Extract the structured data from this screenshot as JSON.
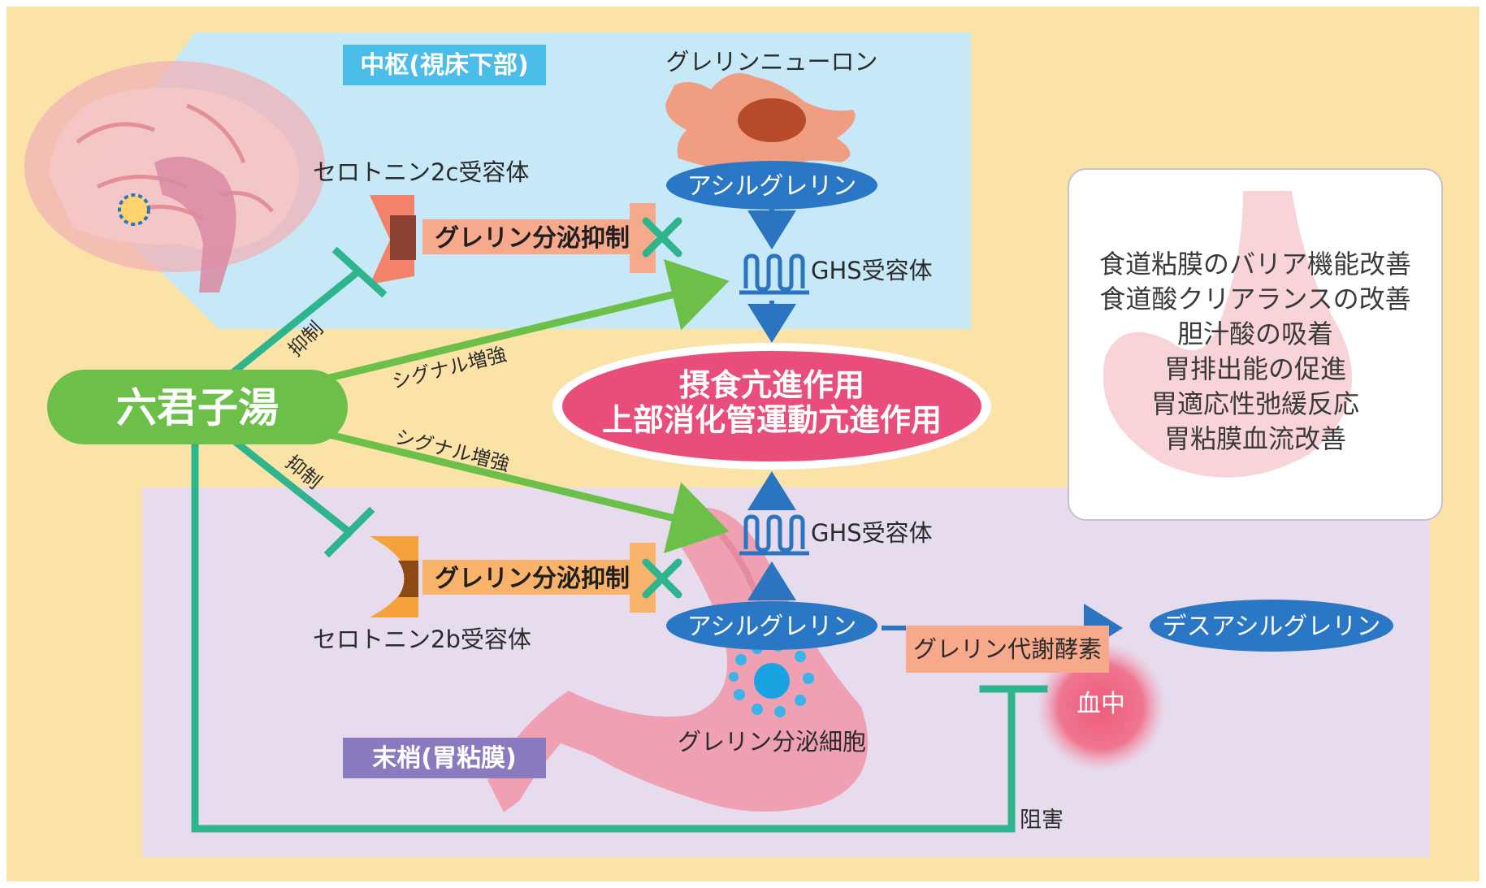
{
  "regions": {
    "central": "中枢(視床下部)",
    "peripheral": "末梢(胃粘膜)"
  },
  "drug": "六君子湯",
  "central": {
    "neuron": "グレリンニューロン",
    "acyl_ghrelin": "アシルグレリン",
    "ghs_receptor": "GHS受容体",
    "serotonin_receptor": "セロトニン2c受容体",
    "suppression": "グレリン分泌抑制"
  },
  "peripheral": {
    "ghs_receptor": "GHS受容体",
    "acyl_ghrelin": "アシルグレリン",
    "serotonin_receptor": "セロトニン2b受容体",
    "suppression": "グレリン分泌抑制",
    "secreting_cell": "グレリン分泌細胞",
    "enzyme": "グレリン代謝酵素",
    "desacyl": "デスアシルグレリン",
    "blood": "血中"
  },
  "arrows": {
    "inhibit_top": "抑制",
    "inhibit_bottom": "抑制",
    "signal_top": "シグナル増強",
    "signal_bottom": "シグナル増強",
    "block": "阻害"
  },
  "main_effect": {
    "line1": "摂食亢進作用",
    "line2": "上部消化管運動亢進作用"
  },
  "effects_box": {
    "items": [
      "食道粘膜のバリア機能改善",
      "食道酸クリアランスの改善",
      "胆汁酸の吸着",
      "胃排出能の促進",
      "胃適応性弛緩反応",
      "胃粘膜血流改善"
    ]
  },
  "colors": {
    "background": "#fbe3a8",
    "central_region": "#c6e8f7",
    "peripheral_region": "#e6dcee",
    "drug_green": "#6cc04a",
    "inhibit_teal": "#2fb58e",
    "receptor_blue": "#2a74c0",
    "pill_blue": "#2a77c6",
    "main_pink": "#e94d79",
    "suppress_band": "#f7a98c",
    "suppress_band_bottom": "#f8b26a",
    "region_label_cyan": "#4bbde8",
    "region_label_purple": "#8a7bc1"
  }
}
